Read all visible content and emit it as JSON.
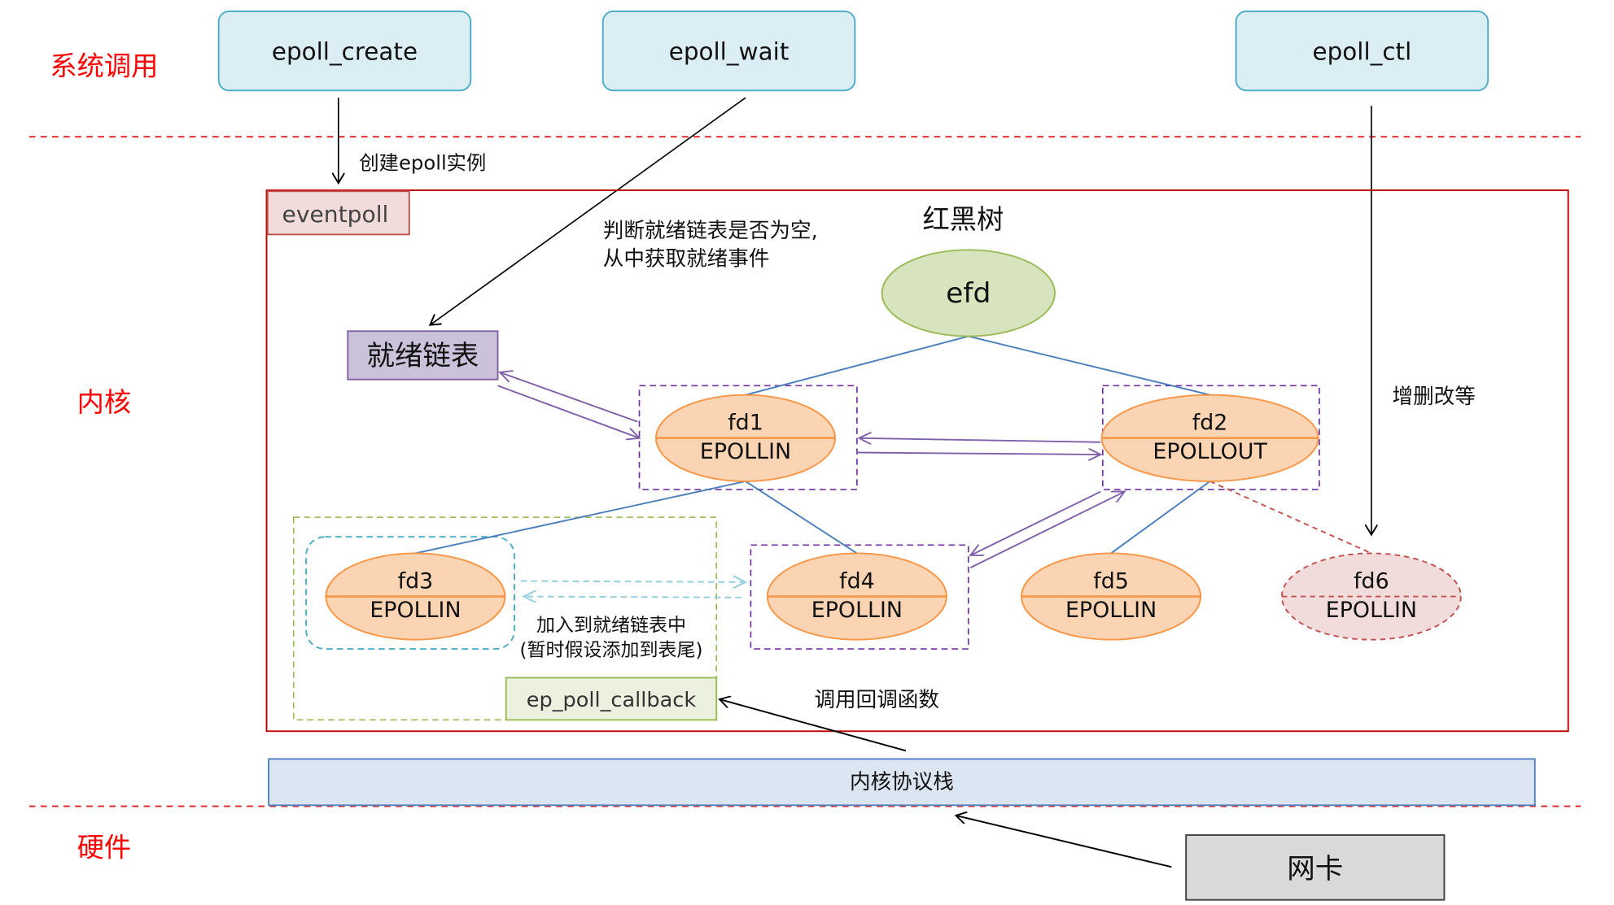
{
  "layers": {
    "syscall": "系统调用",
    "kernel": "内核",
    "hardware": "硬件"
  },
  "syscalls": {
    "create": "epoll_create",
    "wait": "epoll_wait",
    "ctl": "epoll_ctl"
  },
  "labels": {
    "create_instance": "创建epoll实例",
    "eventpoll": "eventpoll",
    "rbtree": "红黑树",
    "wait_desc_1": "判断就绪链表是否为空,",
    "wait_desc_2": "从中获取就绪事件",
    "ready_list": "就绪链表",
    "ctl_desc": "增删改等",
    "add_ready_1": "加入到就绪链表中",
    "add_ready_2": "(暂时假设添加到表尾)",
    "callback": "ep_poll_callback",
    "call_callback": "调用回调函数",
    "protocol_stack": "内核协议栈",
    "nic": "网卡"
  },
  "nodes": {
    "efd": "efd",
    "fd1": {
      "name": "fd1",
      "event": "EPOLLIN"
    },
    "fd2": {
      "name": "fd2",
      "event": "EPOLLOUT"
    },
    "fd3": {
      "name": "fd3",
      "event": "EPOLLIN"
    },
    "fd4": {
      "name": "fd4",
      "event": "EPOLLIN"
    },
    "fd5": {
      "name": "fd5",
      "event": "EPOLLIN"
    },
    "fd6": {
      "name": "fd6",
      "event": "EPOLLIN"
    }
  },
  "colors": {
    "layer_label": "#ff0000",
    "eventpoll_border": "#c00000",
    "tree_edge": "#4a7ebb",
    "list_arrow": "#7f5fa8",
    "fd_fill": "#fbd4b4",
    "fd_stroke": "#f79646"
  }
}
